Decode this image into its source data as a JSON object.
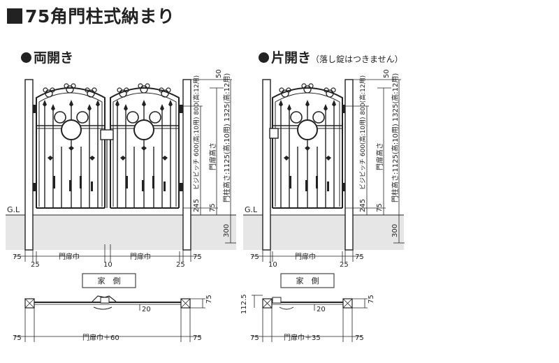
{
  "title": "75角門柱式納まり",
  "left": {
    "heading": "両開き",
    "gl": "G.L",
    "dims_top": "50",
    "dims_pitch": "ビジビッチ 600(高:10用) 800(高:12用)",
    "dims_door_h": "門扉高さ",
    "dims_post_h": "門柱高さ:1125(高:10用) 1325(高:12用)",
    "dims_245": "245",
    "dims_75a": "75",
    "dims_300": "300",
    "b_75l": "75",
    "b_25l": "25",
    "b_door1": "門扉巾",
    "b_10": "10",
    "b_door2": "門扉巾",
    "b_25r": "25",
    "b_75r": "75",
    "house_side": "家　側",
    "plan_20": "20",
    "plan_75": "75",
    "plan_75l": "75",
    "plan_width": "門扉巾＋60",
    "plan_75r": "75"
  },
  "right": {
    "heading": "片開き",
    "note": "（落し錠はつきません）",
    "gl": "G.L",
    "dims_top": "50",
    "dims_pitch": "ビジビッチ 600(高:10用) 800(高:12用)",
    "dims_door_h": "門扉高さ",
    "dims_post_h": "門柱高さ:1125(高:10用) 1325(高:12用)",
    "dims_245": "245",
    "dims_75a": "75",
    "dims_300": "300",
    "b_75l": "75",
    "b_10": "10",
    "b_door": "門扉巾",
    "b_25": "25",
    "b_75r": "75",
    "house_side": "家　側",
    "plan_112": "112.5",
    "plan_20": "20",
    "plan_75": "75",
    "plan_75l": "75",
    "plan_width": "門扉巾＋35",
    "plan_75r": "75"
  }
}
